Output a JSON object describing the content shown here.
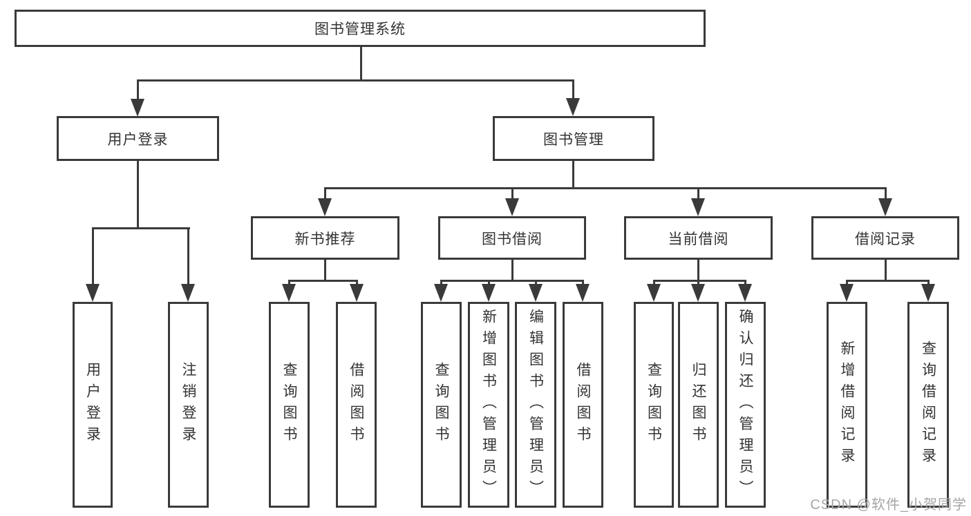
{
  "tree": {
    "root": "图书管理系统",
    "branches": [
      {
        "label": "用户登录",
        "children": [
          "用户登录",
          "注销登录"
        ]
      },
      {
        "label": "图书管理",
        "sections": [
          {
            "label": "新书推荐",
            "children": [
              "查询图书",
              "借阅图书"
            ]
          },
          {
            "label": "图书借阅",
            "children": [
              "查询图书",
              "新增图书（管理员）",
              "编辑图书（管理员）",
              "借阅图书"
            ]
          },
          {
            "label": "当前借阅",
            "children": [
              "查询图书",
              "归还图书",
              "确认归还（管理员）"
            ]
          },
          {
            "label": "借阅记录",
            "children": [
              "新增借阅记录",
              "查询借阅记录"
            ]
          }
        ]
      }
    ]
  },
  "watermark": "CSDN @软件_小贺同学",
  "colors": {
    "line": "#3a3a3a",
    "text": "#333333",
    "background": "#ffffff",
    "watermark": "#a6a6a6"
  }
}
